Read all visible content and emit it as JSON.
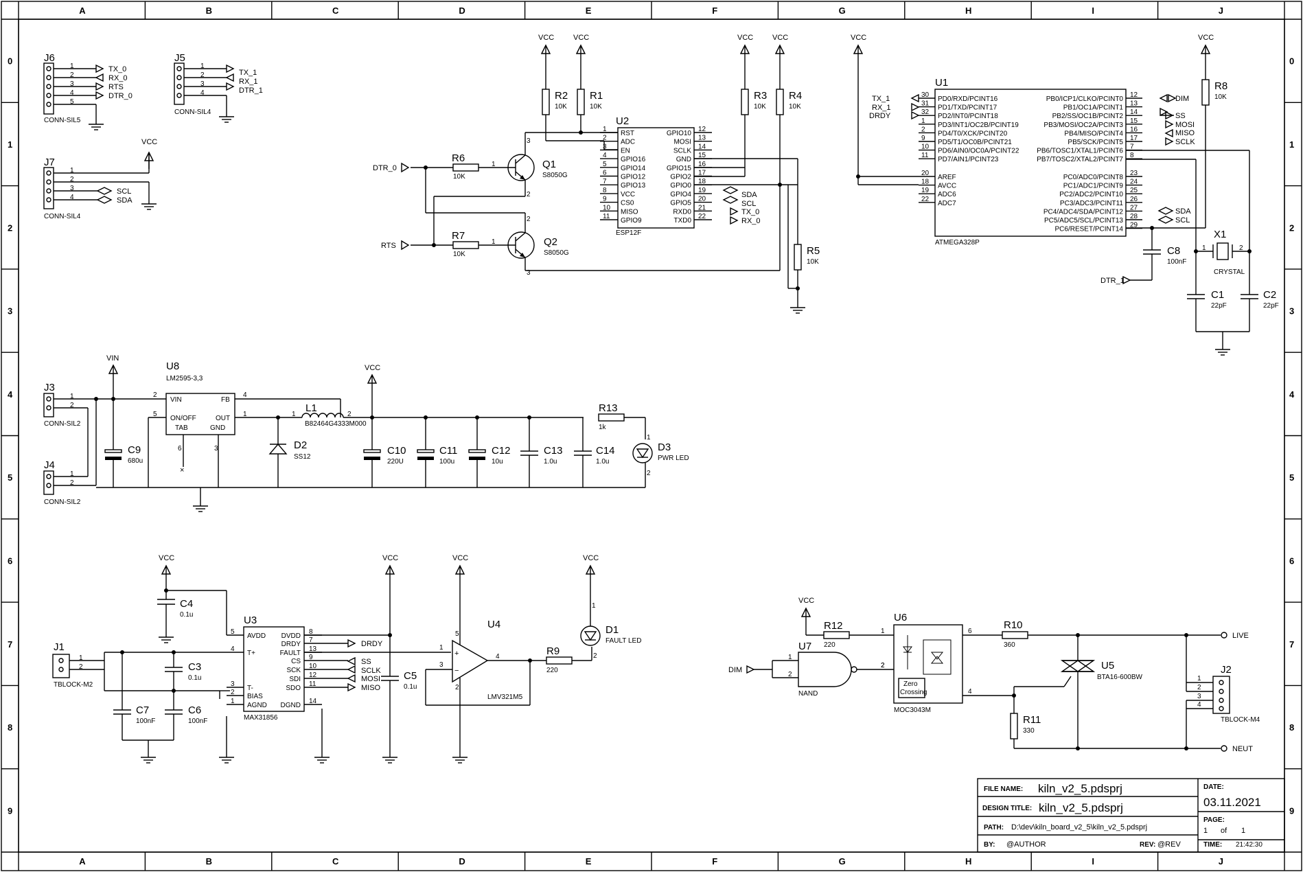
{
  "border": {
    "columns": [
      "A",
      "B",
      "C",
      "D",
      "E",
      "F",
      "G",
      "H",
      "I",
      "J"
    ],
    "rows": [
      "0",
      "1",
      "2",
      "3",
      "4",
      "5",
      "6",
      "7",
      "8",
      "9"
    ]
  },
  "components": {
    "J6": {
      "ref": "J6",
      "value": "CONN-SIL5",
      "pins": [
        "1",
        "2",
        "3",
        "4",
        "5"
      ],
      "nets": [
        "TX_0",
        "RX_0",
        "RTS",
        "DTR_0"
      ]
    },
    "J5": {
      "ref": "J5",
      "value": "CONN-SIL4",
      "pins": [
        "1",
        "2",
        "3",
        "4"
      ],
      "nets": [
        "TX_1",
        "RX_1",
        "DTR_1"
      ]
    },
    "J7": {
      "ref": "J7",
      "value": "CONN-SIL4",
      "pins": [
        "1",
        "2",
        "3",
        "4"
      ],
      "nets": [
        "SCL",
        "SDA"
      ],
      "supply": "VCC"
    },
    "R1": {
      "ref": "R1",
      "value": "10K"
    },
    "R2": {
      "ref": "R2",
      "value": "10K"
    },
    "R3": {
      "ref": "R3",
      "value": "10K"
    },
    "R4": {
      "ref": "R4",
      "value": "10K"
    },
    "R5": {
      "ref": "R5",
      "value": "10K"
    },
    "R6": {
      "ref": "R6",
      "value": "10K",
      "pin": "1"
    },
    "R7": {
      "ref": "R7",
      "value": "10K",
      "pin": "1"
    },
    "R8": {
      "ref": "R8",
      "value": "10K"
    },
    "Q1": {
      "ref": "Q1",
      "value": "S8050G",
      "pins": [
        "3",
        "2"
      ]
    },
    "Q2": {
      "ref": "Q2",
      "value": "S8050G",
      "pins": [
        "2",
        "3"
      ]
    },
    "U2": {
      "ref": "U2",
      "value": "ESP12F",
      "left": [
        [
          "1",
          "RST"
        ],
        [
          "2",
          "ADC"
        ],
        [
          "3",
          "EN"
        ],
        [
          "4",
          "GPIO16"
        ],
        [
          "5",
          "GPIO14"
        ],
        [
          "6",
          "GPIO12"
        ],
        [
          "7",
          "GPIO13"
        ],
        [
          "8",
          "VCC"
        ],
        [
          "9",
          "CS0"
        ],
        [
          "10",
          "MISO"
        ],
        [
          "11",
          "GPIO9"
        ]
      ],
      "right": [
        [
          "12",
          "GPIO10"
        ],
        [
          "13",
          "MOSI"
        ],
        [
          "14",
          "SCLK"
        ],
        [
          "15",
          "GND"
        ],
        [
          "16",
          "GPIO15"
        ],
        [
          "17",
          "GPIO2"
        ],
        [
          "18",
          "GPIO0"
        ],
        [
          "19",
          "GPIO4"
        ],
        [
          "20",
          "GPIO5"
        ],
        [
          "21",
          "RXD0"
        ],
        [
          "22",
          "TXD0"
        ]
      ],
      "nets": [
        "SDA",
        "SCL",
        "TX_0",
        "RX_0"
      ]
    },
    "U1": {
      "ref": "U1",
      "value": "ATMEGA328P",
      "left": [
        [
          "30",
          "PD0/RXD/PCINT16"
        ],
        [
          "31",
          "PD1/TXD/PCINT17"
        ],
        [
          "32",
          "PD2/INT0/PCINT18"
        ],
        [
          "1",
          "PD3/INT1/OC2B/PCINT19"
        ],
        [
          "2",
          "PD4/T0/XCK/PCINT20"
        ],
        [
          "9",
          "PD5/T1/OC0B/PCINT21"
        ],
        [
          "10",
          "PD6/AIN0/OC0A/PCINT22"
        ],
        [
          "11",
          "PD7/AIN1/PCINT23"
        ]
      ],
      "left2": [
        [
          "20",
          "AREF"
        ],
        [
          "18",
          "AVCC"
        ],
        [
          "19",
          "ADC6"
        ],
        [
          "22",
          "ADC7"
        ]
      ],
      "right": [
        [
          "12",
          "PB0/ICP1/CLKO/PCINT0"
        ],
        [
          "13",
          "PB1/OC1A/PCINT1"
        ],
        [
          "14",
          "PB2/SS/OC1B/PCINT2"
        ],
        [
          "15",
          "PB3/MOSI/OC2A/PCINT3"
        ],
        [
          "16",
          "PB4/MISO/PCINT4"
        ],
        [
          "17",
          "PB5/SCK/PCINT5"
        ],
        [
          "7",
          "PB6/TOSC1/XTAL1/PCINT6"
        ],
        [
          "8",
          "PB7/TOSC2/XTAL2/PCINT7"
        ]
      ],
      "right2": [
        [
          "23",
          "PC0/ADC0/PCINT8"
        ],
        [
          "24",
          "PC1/ADC1/PCINT9"
        ],
        [
          "25",
          "PC2/ADC2/PCINT10"
        ],
        [
          "26",
          "PC3/ADC3/PCINT11"
        ],
        [
          "27",
          "PC4/ADC4/SDA/PCINT12"
        ],
        [
          "28",
          "PC5/ADC5/SCL/PCINT13"
        ],
        [
          "29",
          "PC6/RESET/PCINT14"
        ]
      ],
      "in_nets": [
        "TX_1",
        "RX_1",
        "DRDY"
      ],
      "out_nets": [
        "DIM",
        "SS",
        "MOSI",
        "MISO",
        "SCLK",
        "SDA",
        "SCL"
      ]
    },
    "C8": {
      "ref": "C8",
      "value": "100nF"
    },
    "X1": {
      "ref": "X1",
      "value": "CRYSTAL",
      "pins": [
        "1",
        "2"
      ]
    },
    "C1": {
      "ref": "C1",
      "value": "22pF"
    },
    "C2": {
      "ref": "C2",
      "value": "22pF"
    },
    "J3": {
      "ref": "J3",
      "value": "CONN-SIL2",
      "pins": [
        "1",
        "2"
      ]
    },
    "J4": {
      "ref": "J4",
      "value": "CONN-SIL2",
      "pins": [
        "1",
        "2"
      ]
    },
    "U8": {
      "ref": "U8",
      "value": "LM2595-3,3",
      "pins": {
        "vin": "VIN",
        "fb": "FB",
        "onoff": "ON/OFF",
        "out": "OUT",
        "tab": "TAB",
        "gnd": "GND"
      },
      "pinnums": [
        "2",
        "4",
        "5",
        "1",
        "6",
        "3"
      ]
    },
    "C9": {
      "ref": "C9",
      "value": "680u"
    },
    "D2": {
      "ref": "D2",
      "value": "SS12"
    },
    "L1": {
      "ref": "L1",
      "value": "B82464G4333M000",
      "pins": [
        "1",
        "2"
      ]
    },
    "C10": {
      "ref": "C10",
      "value": "220U"
    },
    "C11": {
      "ref": "C11",
      "value": "100u"
    },
    "C12": {
      "ref": "C12",
      "value": "10u"
    },
    "C13": {
      "ref": "C13",
      "value": "1.0u"
    },
    "C14": {
      "ref": "C14",
      "value": "1.0u"
    },
    "R13": {
      "ref": "R13",
      "value": "1k"
    },
    "D3": {
      "ref": "D3",
      "value": "PWR LED",
      "pins": [
        "1",
        "2"
      ]
    },
    "C4": {
      "ref": "C4",
      "value": "0.1u"
    },
    "J1": {
      "ref": "J1",
      "value": "TBLOCK-M2",
      "pins": [
        "1",
        "2"
      ]
    },
    "C3": {
      "ref": "C3",
      "value": "0.1u"
    },
    "C7": {
      "ref": "C7",
      "value": "100nF"
    },
    "C6": {
      "ref": "C6",
      "value": "100nF"
    },
    "U3": {
      "ref": "U3",
      "value": "MAX31856",
      "left": [
        [
          "5",
          "AVDD"
        ],
        [
          "4",
          "T+"
        ],
        [
          "3",
          "T-"
        ],
        [
          "2",
          "BIAS"
        ],
        [
          "1",
          "AGND"
        ]
      ],
      "right": [
        [
          "8",
          "DVDD"
        ],
        [
          "7",
          "DRDY"
        ],
        [
          "13",
          "FAULT"
        ],
        [
          "9",
          "CS"
        ],
        [
          "10",
          "SCK"
        ],
        [
          "12",
          "SDI"
        ],
        [
          "11",
          "SDO"
        ],
        [
          "14",
          "DGND"
        ]
      ],
      "nets": [
        "DRDY",
        "SS",
        "SCLK",
        "MOSI",
        "MISO"
      ]
    },
    "C5": {
      "ref": "C5",
      "value": "0.1u"
    },
    "U4": {
      "ref": "U4",
      "value": "LMV321M5",
      "pins": [
        "1",
        "3",
        "5",
        "2",
        "4"
      ]
    },
    "R9": {
      "ref": "R9",
      "value": "220"
    },
    "D1": {
      "ref": "D1",
      "value": "FAULT LED",
      "pins": [
        "1",
        "2"
      ]
    },
    "R12": {
      "ref": "R12",
      "value": "220"
    },
    "U7": {
      "ref": "U7",
      "value": "NAND",
      "pins": [
        "1",
        "2",
        "2"
      ]
    },
    "U6": {
      "ref": "U6",
      "value": "MOC3043M",
      "inner": [
        "Zero",
        "Crossing"
      ],
      "pins": [
        "1",
        "2",
        "6",
        "4"
      ]
    },
    "R10": {
      "ref": "R10",
      "value": "360"
    },
    "U5": {
      "ref": "U5",
      "value": "BTA16-600BW"
    },
    "R11": {
      "ref": "R11",
      "value": "330"
    },
    "J2": {
      "ref": "J2",
      "value": "TBLOCK-M4",
      "pins": [
        "1",
        "2",
        "3",
        "4"
      ]
    }
  },
  "nets": {
    "vcc": "VCC",
    "vin": "VIN",
    "dtr0": "DTR_0",
    "rts": "RTS",
    "dtr1": "DTR_1",
    "dim": "DIM",
    "live": "LIVE",
    "neut": "NEUT"
  },
  "title_block": {
    "file_name_label": "FILE NAME:",
    "file_name": "kiln_v2_5.pdsprj",
    "design_title_label": "DESIGN TITLE:",
    "design_title": "kiln_v2_5.pdsprj",
    "path_label": "PATH:",
    "path": "D:\\dev\\kiln_board_v2_5\\kiln_v2_5.pdsprj",
    "by_label": "BY:",
    "by": "@AUTHOR",
    "rev_label": "REV:",
    "rev": "@REV",
    "date_label": "DATE:",
    "date": "03.11.2021",
    "page_label": "PAGE:",
    "page": "1",
    "of_label": "of",
    "pages": "1",
    "time_label": "TIME:",
    "time": "21:42:30"
  }
}
